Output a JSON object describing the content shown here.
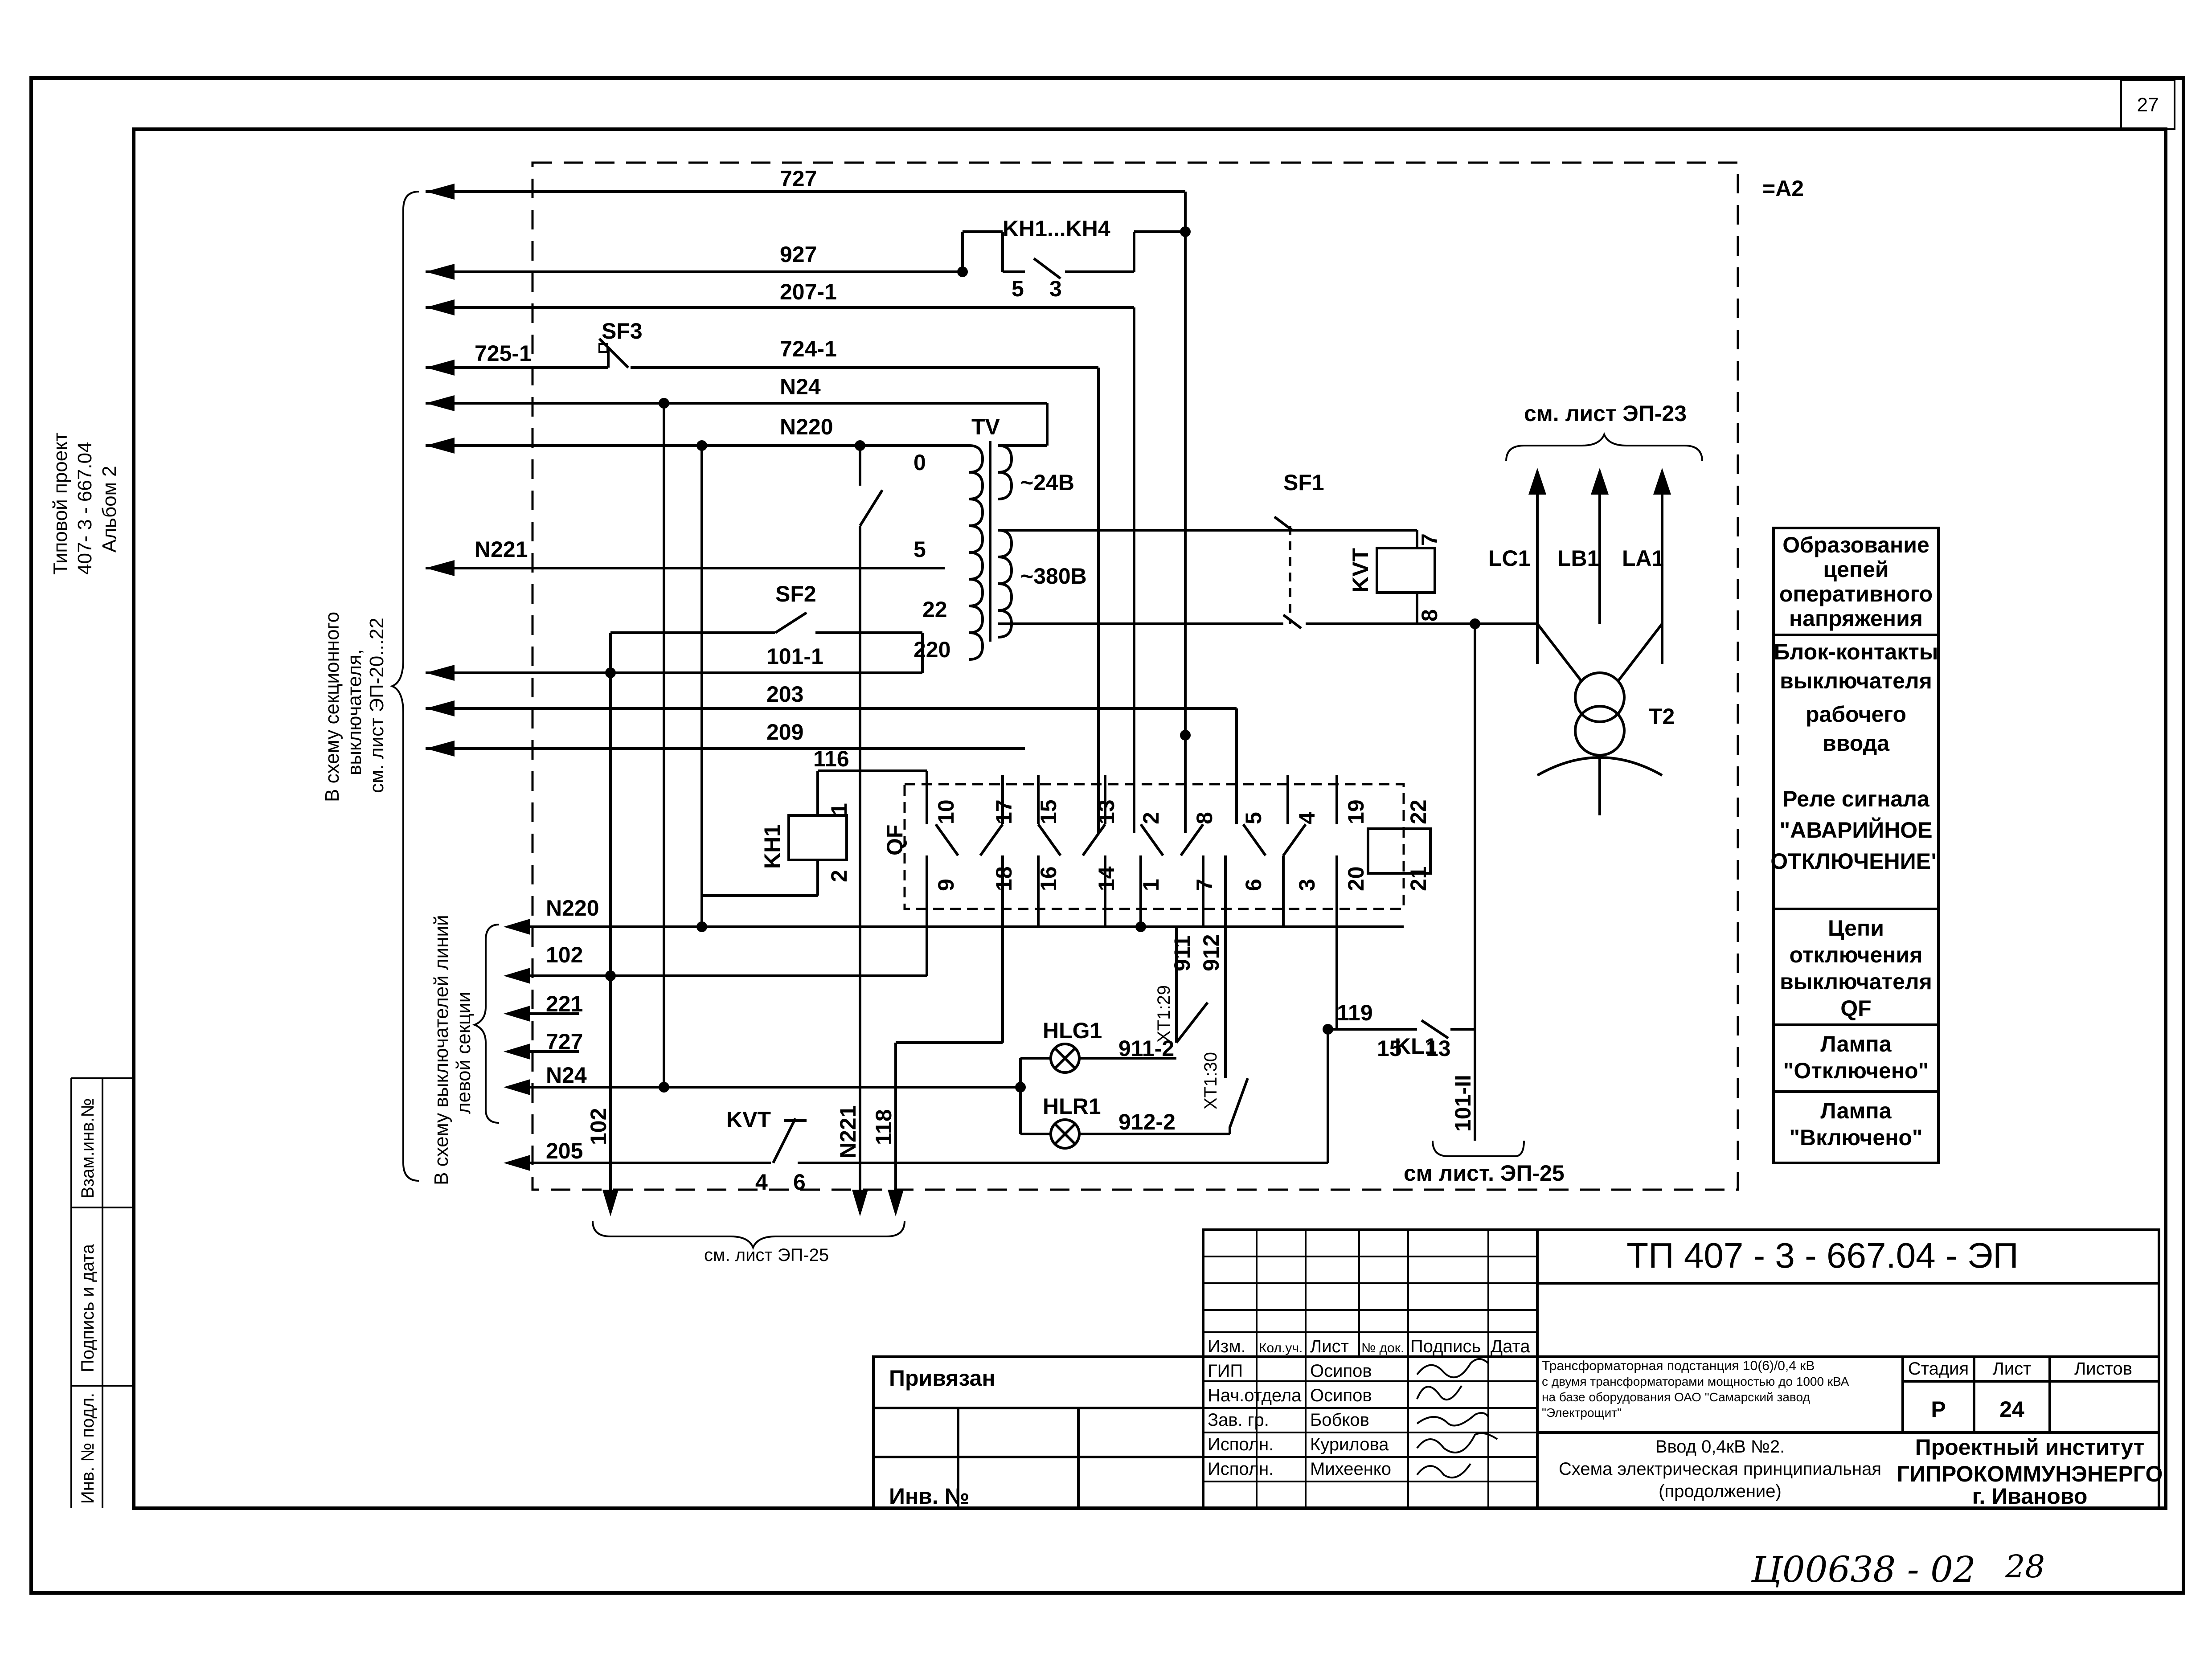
{
  "sheet": {
    "page_number": "27",
    "side_project": [
      "Типовой проект",
      "407- 3 - 667.04",
      "Альбом  2"
    ],
    "zone": "=A2",
    "stamp_labels": [
      "Взам.инв.№",
      "Подпись и дата",
      "Инв. № подл."
    ],
    "handwritten": [
      "Ц00638 - 02",
      "28"
    ]
  },
  "schematic": {
    "wires": [
      "727",
      "927",
      "207-1",
      "725-1",
      "724-1",
      "N24",
      "N220",
      "N221",
      "101-1",
      "203",
      "209",
      "116"
    ],
    "lower_wires": [
      "N220",
      "102",
      "221",
      "727",
      "N24",
      "205"
    ],
    "down_wires": [
      "102",
      "N221",
      "118"
    ],
    "components": {
      "kh": "KH1...KH4",
      "kh_pins": [
        "5",
        "3"
      ],
      "sf3": "SF3",
      "sf2": "SF2",
      "sf1": "SF1",
      "tv": "TV",
      "tv_taps": [
        "0",
        "5",
        "22",
        "220"
      ],
      "tv_outputs": [
        "~24В",
        "~380В"
      ],
      "kvt": "KVT",
      "kvt_pins": [
        "7",
        "8"
      ],
      "kvt_contact_pins": [
        "4",
        "6"
      ],
      "t2": "T2",
      "phases": [
        "LC1",
        "LB1",
        "LA1"
      ],
      "kh1": "KH1",
      "kh1_pins": [
        "1",
        "2"
      ],
      "qf": "QF",
      "qf_top": [
        "10",
        "17",
        "15",
        "13",
        "2",
        "8",
        "5",
        "4",
        "19",
        "22"
      ],
      "qf_bottom": [
        "9",
        "18",
        "16",
        "14",
        "1",
        "7",
        "6",
        "3",
        "20",
        "21"
      ],
      "xt": [
        "911",
        "912",
        "XT1:29",
        "XT1:30"
      ],
      "hlg": "HLG1",
      "hlr": "HLR1",
      "lamp_wires": [
        "911-2",
        "912-2"
      ],
      "kl": "KL1",
      "kl_pins": [
        "119",
        "15",
        "13"
      ],
      "w101": "101-II"
    },
    "refs": {
      "ep23": "см. лист ЭП-23",
      "ep25_right": "см лист. ЭП-25",
      "ep25_bottom": "см. лист ЭП-25",
      "sect1": [
        "В схему секционного",
        "выключателя,",
        "см. лист ЭП-20...22"
      ],
      "sect2": [
        "В схему выключателей линий",
        "левой секции"
      ]
    }
  },
  "legend": [
    [
      "Образование",
      "цепей",
      "оперативного",
      "напряжения"
    ],
    [
      "Блок-контакты",
      "выключателя",
      "рабочего",
      "ввода"
    ],
    [
      "Реле сигнала",
      "\"АВАРИЙНОЕ",
      "ОТКЛЮЧЕНИЕ\""
    ],
    [
      "Цепи",
      "отключения",
      "выключателя",
      "QF"
    ],
    [
      "Лампа",
      "\"Отключено\""
    ],
    [
      "Лампа",
      "\"Включено\""
    ]
  ],
  "title_block": {
    "doc_code": "ТП  407 - 3 - 667.04 - ЭП",
    "privyazan": "Привязан",
    "inv": "Инв. №",
    "headers": [
      "Изм.",
      "Кол.уч.",
      "Лист",
      "№ док.",
      "Подпись",
      "Дата"
    ],
    "roles": [
      "ГИП",
      "Нач.отдела",
      "Зав. гр.",
      "Исполн.",
      "Исполн."
    ],
    "names": [
      "Осипов",
      "Осипов",
      "Бобков",
      "Курилова",
      "Михеенко"
    ],
    "description": [
      "Трансформаторная подстанция 10(6)/0,4 кВ",
      "с двумя трансформаторами мощностью до 1000 кВА",
      "на базе оборудования ОАО \"Самарский завод",
      "\"Электрощит\""
    ],
    "sheet_title": [
      "Ввод 0,4кВ №2.",
      "Схема электрическая принципиальная",
      "(продолжение)"
    ],
    "stage_headers": [
      "Стадия",
      "Лист",
      "Листов"
    ],
    "stage": "Р",
    "sheet_no": "24",
    "institute": [
      "Проектный институт",
      "ГИПРОКОММУНЭНЕРГО",
      "г. Иваново"
    ]
  }
}
